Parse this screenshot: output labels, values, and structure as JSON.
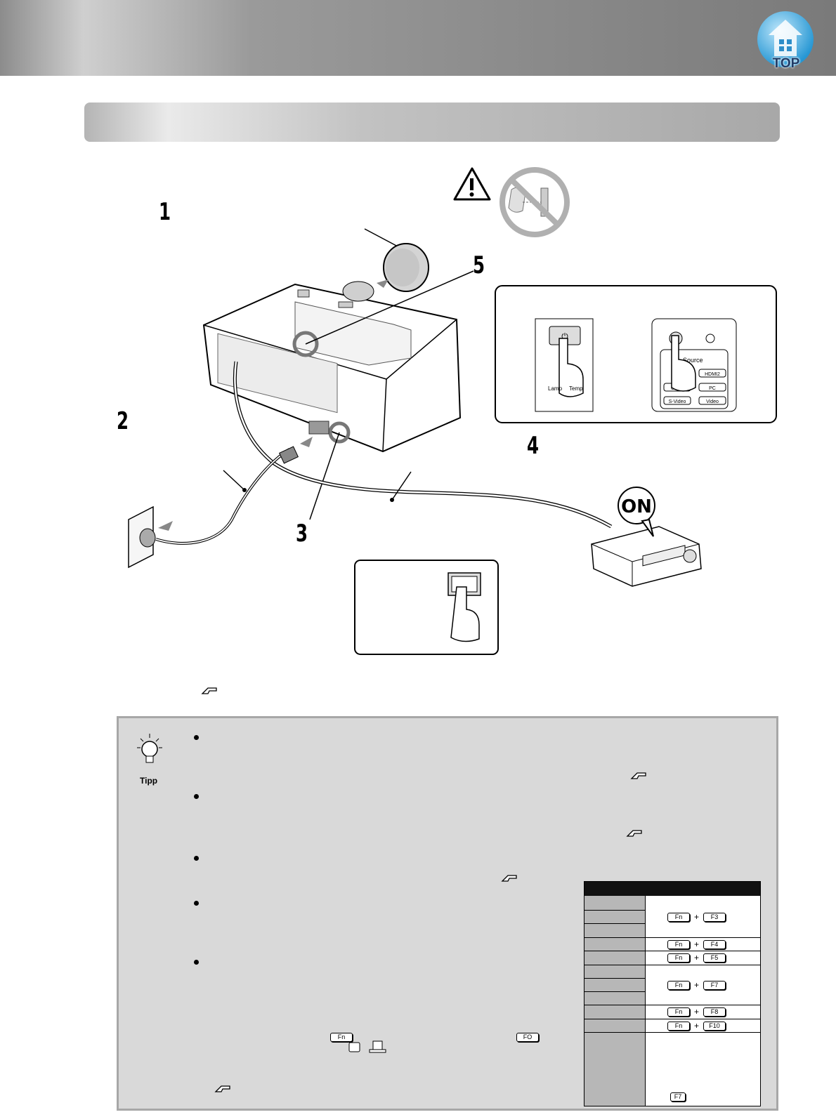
{
  "header": {
    "top_label": "TOP"
  },
  "steps": {
    "s1": "1",
    "s2": "2",
    "s3": "3",
    "s4": "4",
    "s5": "5"
  },
  "illustration": {
    "on_bubble": "ON",
    "panel_lamp": "Lamp",
    "panel_temp": "Temp",
    "remote_source": "Source",
    "remote_buttons": [
      "HDMI2",
      "Comp",
      "PC",
      "S-Video",
      "Video"
    ]
  },
  "tip": {
    "label": "Tipp",
    "key_rows": [
      {
        "keys": [
          "Fn",
          "F3"
        ]
      },
      {
        "keys": [
          "Fn",
          "F4"
        ]
      },
      {
        "keys": [
          "Fn",
          "F5"
        ]
      },
      {
        "keys": [
          "Fn",
          "F7"
        ]
      },
      {
        "keys": [
          "Fn",
          "F8"
        ]
      },
      {
        "keys": [
          "Fn",
          "F10"
        ]
      }
    ],
    "bottom_key": "F7",
    "inline_keys": {
      "fn": "Fn",
      "fo": "FO"
    }
  },
  "colors": {
    "panel": "#d9d9d9",
    "top_icon": "#3ba7dc"
  },
  "icons": [
    "top-icon",
    "warning-icon",
    "no-look-icon",
    "reference-icon",
    "lightbulb-icon"
  ]
}
